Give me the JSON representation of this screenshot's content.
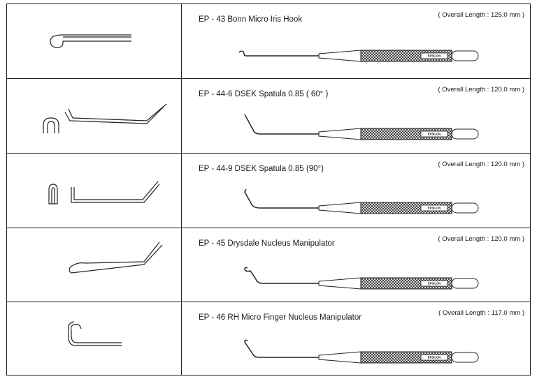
{
  "products": [
    {
      "code": "EP - 43",
      "name": "Bonn Micro Iris Hook",
      "length": "( Overall Length : 125.0 mm )",
      "tip_icon": "hook-tip-icon"
    },
    {
      "code": "EP - 44-6",
      "name": "DSEK Spatula 0.85 ( 60° )",
      "length": "( Overall Length : 120.0 mm )",
      "tip_icon": "spatula-60-tip-icon"
    },
    {
      "code": "EP - 44-9",
      "name": "DSEK Spatula 0.85 (90°)",
      "length": "( Overall Length : 120.0 mm )",
      "tip_icon": "spatula-90-tip-icon"
    },
    {
      "code": "EP - 45",
      "name": "Drysdale Nucleus Manipulator",
      "length": "( Overall Length : 120.0 mm )",
      "tip_icon": "nucleus-manipulator-tip-icon"
    },
    {
      "code": "EP - 46",
      "name": "RH Micro Finger Nucleus Manipulator",
      "length": "( Overall Length : 117.0 mm )",
      "tip_icon": "micro-finger-tip-icon"
    }
  ],
  "brand": "EPSILON"
}
